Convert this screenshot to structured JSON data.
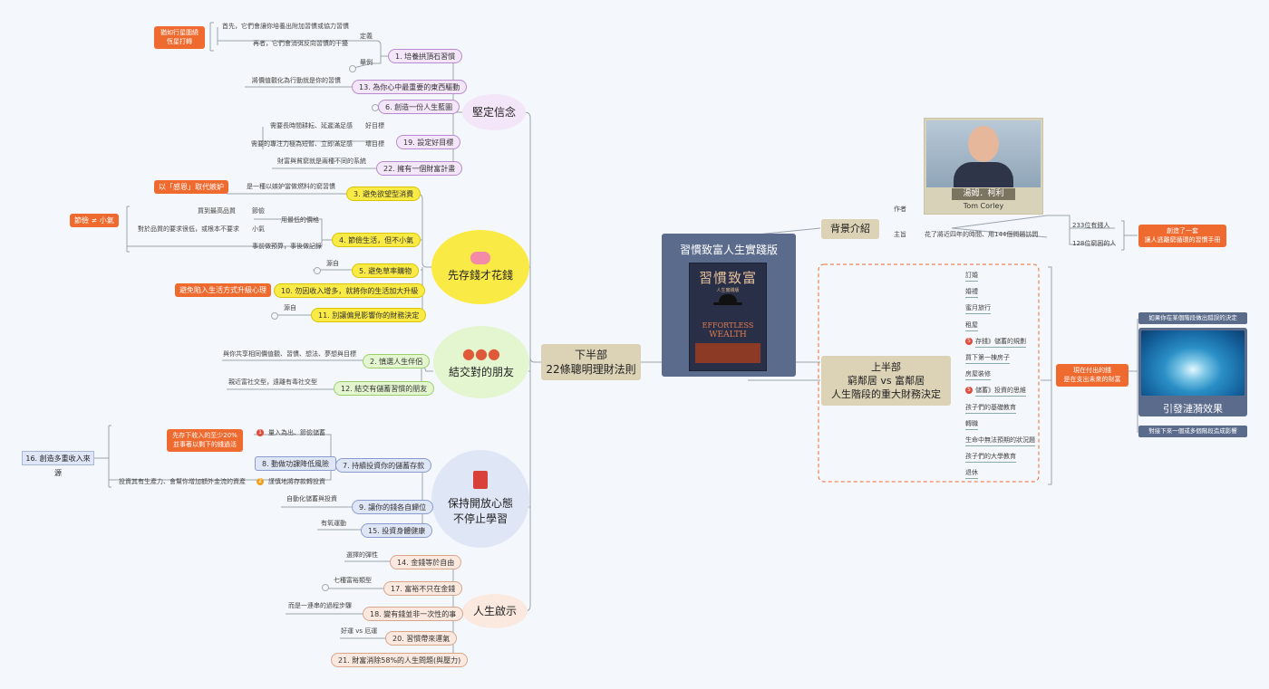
{
  "center": {
    "line1": "下半部",
    "line2": "22條聰明理財法則"
  },
  "book": {
    "heading": "習慣致富人生實踐版",
    "cover_title": "習慣致富",
    "cover_sub": "人生實踐版",
    "cover_en1": "EFFORTLESS",
    "cover_en2": "WEALTH"
  },
  "background": {
    "title": "背景介紹",
    "author_label": "作者",
    "author_cn": "湯姆．柯利",
    "author_en": "Tom Corley",
    "purpose_label": "主旨",
    "purpose_text": "花了將近四年的時間、用144個問題訪問",
    "rich": "233位有錢人",
    "poor": "128位窮困的人",
    "created": "創造了一套\n讓人逃離窮循環的習慣手冊"
  },
  "upper": {
    "title_l1": "上半部",
    "title_l2": "窮鄰居 vs 富鄰居",
    "title_l3": "人生階段的重大財務決定",
    "items": [
      "訂婚",
      "婚禮",
      "蜜月旅行",
      "租屋",
      "存錢》儲蓄的規劃",
      "買下第一棟房子",
      "房屋裝修",
      "儲蓄》投資的思維",
      "孩子們的基礎教育",
      "轉職",
      "生命中無法預期的狀況題",
      "孩子們的大學教育",
      "退休"
    ],
    "markers": [
      "",
      "",
      "",
      "",
      "❺",
      "",
      "",
      "❺",
      "",
      "",
      "",
      "",
      ""
    ],
    "now_money": "現在付出的錢\n是在支出未來的財富",
    "ripple_top": "如果你在某個階段做出錯誤的決定",
    "ripple_title": "引發漣漪效果",
    "ripple_bottom": "對接下來一個或多個階段造成影響"
  },
  "belief": {
    "title": "堅定信念",
    "note": "猶如行星圍繞\n恆星打轉",
    "define_label": "定義",
    "define1": "首先，它們會讓你培養出附加習慣或協力習慣",
    "define2": "再者，它們會消弭反向習慣的干擾",
    "example_label": "舉例",
    "habit1": "1. 培養拱頂石習慣",
    "habit13_note": "將價值觀化為行動就是你的習慣",
    "habit13": "13. 為你心中最重要的東西驅動",
    "habit6": "6. 創造一份人生藍圖",
    "good_goal": "好目標",
    "good_goal_note": "需要長時間耕耘、延遲滿足感",
    "bad_goal": "壞目標",
    "bad_goal_note": "需要的專注力極為短暫、立即滿足感",
    "habit19": "19. 設定好目標",
    "habit22_note": "財富與貧窮就是兩種不同的系統",
    "habit22": "22. 擁有一個財富計畫"
  },
  "save": {
    "title": "先存錢才花錢",
    "gratitude": "以「感恩」取代嫉妒",
    "habit3_note": "是一種以嫉妒當做燃料的窮習慣",
    "habit3": "3. 避免欲望型消費",
    "frugal_tag": "節儉 ≠ 小氣",
    "frugal": "節儉",
    "stingy": "小氣",
    "buy_best": "買到最高品質",
    "lowest_price": "用最低的價格",
    "stingy_note": "對於品質的要求很低，或根本不要求",
    "budget_note": "事前做預算，事後做記錄",
    "habit4": "4. 節儉生活，但不小氣",
    "origin1": "源自",
    "habit5": "5. 避免草率購物",
    "upgrade_tag": "避免陷入生活方式升級心理",
    "habit10": "10. 勿因收入增多，就將你的生活加大升級",
    "origin2": "源自",
    "habit11": "11. 別讓偏見影響你的財務決定"
  },
  "friends": {
    "title": "結交對的朋友",
    "habit2_note": "與你共享相同價值觀、習慣、想法、夢想與目標",
    "habit2": "2. 慎選人生伴侶",
    "habit12_note": "親近富社交型，遠離有毒社交型",
    "habit12": "12. 結交有儲蓄習慣的朋友"
  },
  "learn": {
    "title_l1": "保持開放心態",
    "title_l2": "不停止學習",
    "multi_income": "16. 創造多重收入來源",
    "save20_tag": "先存下收入的至少20%\n並事著以剩下的錢過活",
    "save_first": "量入為出、節儉儲蓄",
    "habit8": "8. 動做功課降低風險",
    "invest_note": "投資其有生產力、會幫你增加額外金流的資產",
    "diligent": "謹慎地將存款轉投資",
    "habit7": "7. 持續投資你的儲蓄存款",
    "auto_save": "自動化儲蓄與投資",
    "habit9": "9. 讓你的錢各自歸位",
    "exercise": "有氧運動",
    "habit15": "15. 投資身體健康"
  },
  "life": {
    "title": "人生啟示",
    "elastic": "選擇的彈性",
    "habit14": "14. 金錢等於自由",
    "seven": "七種富裕類型",
    "habit17": "17. 富裕不只在金錢",
    "process": "而是一連串的過程步驟",
    "habit18": "18. 變有錢並非一次性的事",
    "luck": "好運 vs 厄運",
    "habit20": "20. 習慣帶來運氣",
    "habit21": "21. 財富消除58%的人生問題(與壓力)"
  },
  "colors": {
    "purple": "#f3e6f8",
    "yellow": "#faea45",
    "green": "#e3f6cf",
    "blue": "#dfe6f6",
    "peach": "#fbe9e0",
    "orange": "#ef6a2f",
    "tan": "#dcd2b5",
    "navy": "#5a6b8c"
  }
}
